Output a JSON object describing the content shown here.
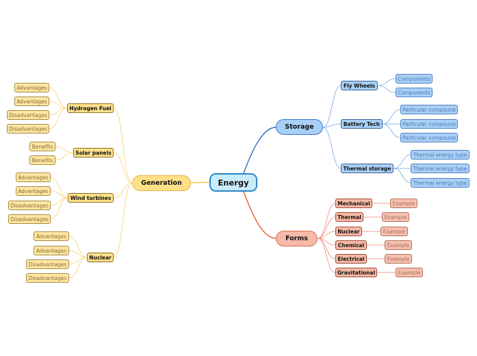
{
  "root": {
    "label": "Energy"
  },
  "generation": {
    "label": "Generation",
    "hydrogen": {
      "label": "Hydrogen Fuel",
      "items": [
        "Advantages",
        "Advantages",
        "Disadvantages",
        "Disadvantages"
      ]
    },
    "solar": {
      "label": "Solar panels",
      "items": [
        "Benefits",
        "Benefits"
      ]
    },
    "wind": {
      "label": "Wind turbines",
      "items": [
        "Advantages",
        "Advantages",
        "Disadvantages",
        "Disadvantages"
      ]
    },
    "nuclear": {
      "label": "Nuclear",
      "items": [
        "Advantages",
        "Advantages",
        "Disadvantages",
        "Disadvantages"
      ]
    }
  },
  "storage": {
    "label": "Storage",
    "flywheels": {
      "label": "Fly Wheels",
      "items": [
        "Components",
        "Components"
      ]
    },
    "battery": {
      "label": "Battery Tech",
      "items": [
        "Particular compound",
        "Particular compound",
        "Particular compound"
      ]
    },
    "thermal": {
      "label": "Thermal storage",
      "items": [
        "Thermal energy type",
        "Thermal energy type",
        "Thermal energy type"
      ]
    }
  },
  "forms": {
    "label": "Forms",
    "items": [
      {
        "label": "Mechanical",
        "example": "Example"
      },
      {
        "label": "Thermal",
        "example": "Example"
      },
      {
        "label": "Nuclear",
        "example": "Example"
      },
      {
        "label": "Chemical",
        "example": "Example"
      },
      {
        "label": "Electrical",
        "example": "Example"
      },
      {
        "label": "Gravitational",
        "example": "Example"
      }
    ]
  },
  "colors": {
    "generation_line": "#f7c94a",
    "storage_line": "#2a6cc9",
    "forms_line": "#ea5a34",
    "gen_leaf_line": "#f8d98a",
    "sto_leaf_line": "#8cb8e8",
    "frm_leaf_line": "#f0a08c"
  }
}
